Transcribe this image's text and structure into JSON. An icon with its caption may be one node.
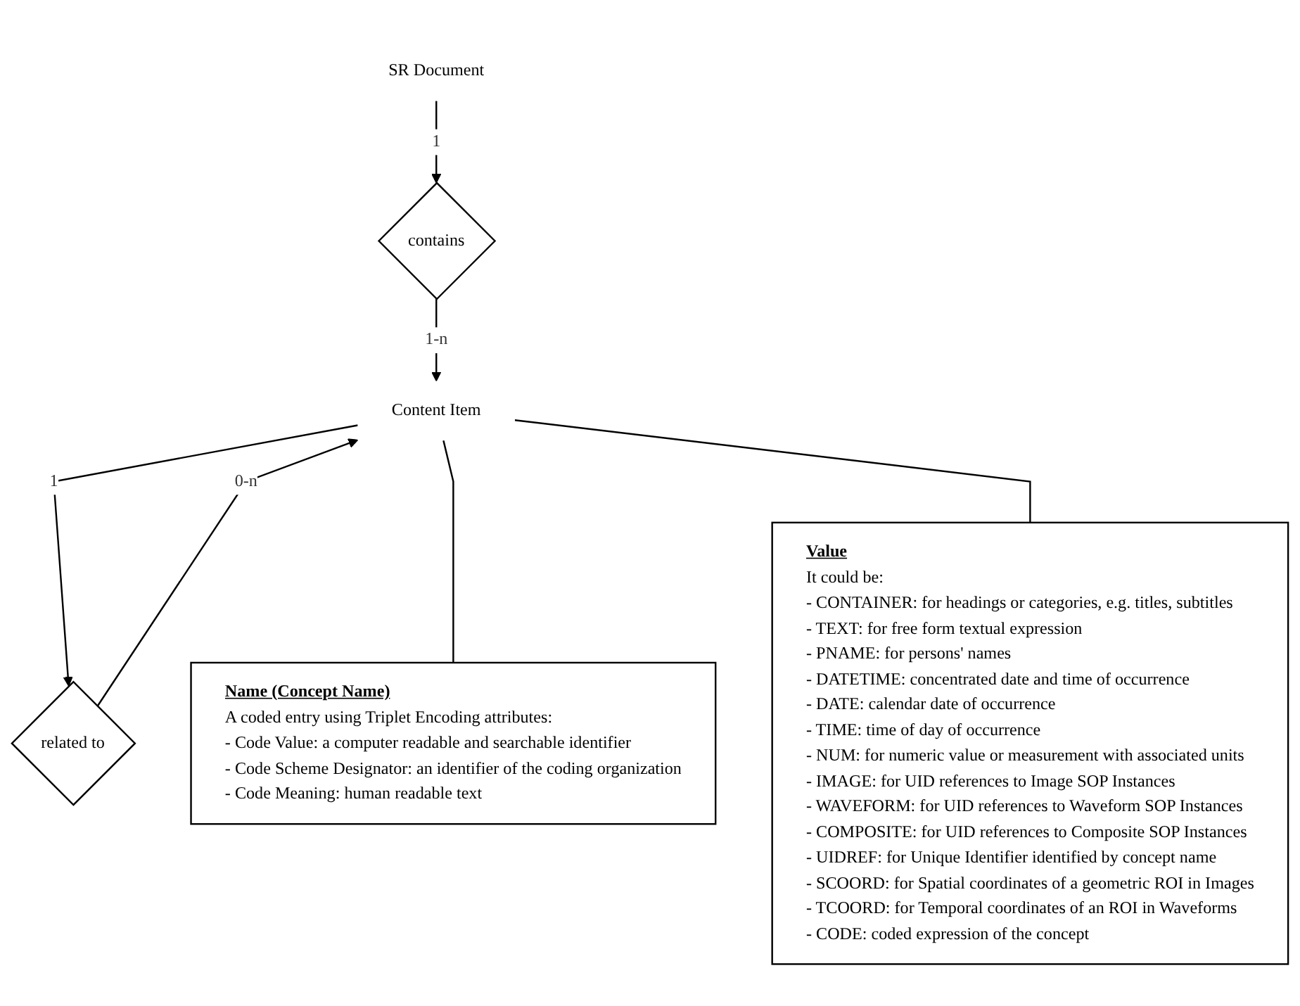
{
  "diagram": {
    "nodes": [
      {
        "text": [
          "SR Document"
        ]
      },
      {
        "text": [
          "contains"
        ]
      },
      {
        "text": [
          "Content Item"
        ]
      },
      {
        "text": [
          "related to"
        ]
      },
      {
        "text": [
          "Name (Concept Name)",
          "A coded entry using Triplet Encoding attributes:",
          "- Code Value: a computer readable and searchable identifier",
          "- Code Scheme Designator: an identifier of the coding organization",
          "- Code Meaning: human readable text"
        ]
      },
      {
        "text": [
          "Value",
          "It could be:",
          "- CONTAINER: for headings or categories, e.g. titles, subtitles",
          "- TEXT: for free form textual expression",
          "- PNAME: for persons' names",
          "- DATETIME: concentrated date and time of occurrence",
          "- DATE: calendar date of occurrence",
          "- TIME: time of day of occurrence",
          "- NUM: for numeric value or measurement with associated units",
          "- IMAGE: for UID references to Image SOP Instances",
          "- WAVEFORM: for UID references to Waveform SOP Instances",
          "- COMPOSITE: for UID references to Composite SOP Instances",
          "- UIDREF: for Unique Identifier identified by concept name",
          "- SCOORD: for Spatial coordinates of a geometric ROI in Images",
          "- TCOORD: for Temporal coordinates of an ROI in Waveforms",
          "- CODE: coded expression of the concept"
        ]
      }
    ],
    "edges": [
      {
        "from": 0,
        "to": 1,
        "label": "1",
        "arrow": "to"
      },
      {
        "from": 1,
        "to": 2,
        "label": "1-n",
        "arrow": "to"
      },
      {
        "from": 2,
        "to": 3,
        "label": "1",
        "arrow": "to"
      },
      {
        "from": 3,
        "to": 2,
        "label": "0-n",
        "arrow": "to"
      },
      {
        "from": 2,
        "to": 4,
        "arrow": "none"
      },
      {
        "from": 2,
        "to": 5,
        "arrow": "none"
      }
    ]
  }
}
